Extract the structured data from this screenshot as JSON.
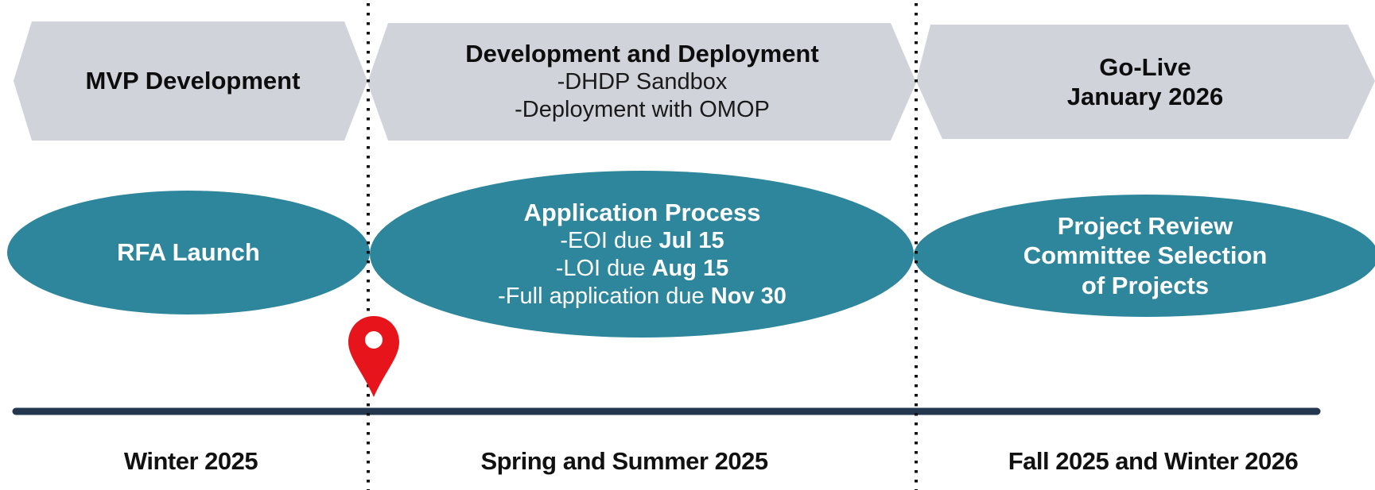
{
  "phases": [
    {
      "title": "MVP Development",
      "lines": []
    },
    {
      "title": "Development and Deployment",
      "lines": [
        "-DHDP Sandbox",
        "-Deployment with OMOP"
      ]
    },
    {
      "title_lines": [
        "Go-Live",
        "January 2026"
      ]
    }
  ],
  "milestones": {
    "rfa": {
      "title": "RFA Launch"
    },
    "application": {
      "title": "Application Process",
      "items": [
        {
          "prefix": "-EOI due ",
          "date": "Jul 15"
        },
        {
          "prefix": "-LOI due ",
          "date": "Aug 15"
        },
        {
          "prefix": "-Full application due ",
          "date": "Nov 30"
        }
      ]
    },
    "review": {
      "title_lines": [
        "Project Review",
        "Committee Selection",
        "of Projects"
      ]
    }
  },
  "seasons": [
    "Winter 2025",
    "Spring and Summer 2025",
    "Fall 2025 and Winter 2026"
  ],
  "colors": {
    "phase_fill": "#d0d3da",
    "bubble_fill": "#2e869c",
    "timeline": "#23374f",
    "pin": "#e8141b",
    "divider": "#111111"
  },
  "icons": {
    "current_marker": "map-pin-icon"
  }
}
